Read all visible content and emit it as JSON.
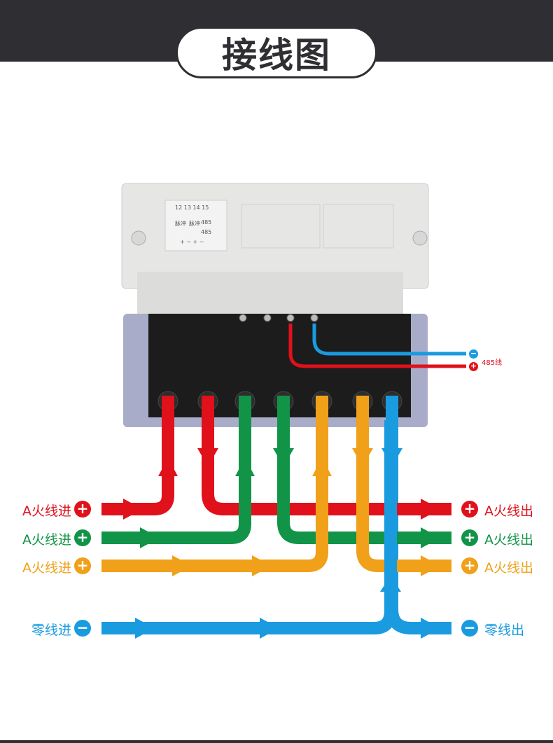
{
  "header": {
    "title": "接线图"
  },
  "meter": {
    "sticker_numbers": "12 13 14 15",
    "sticker_col1": "脉冲",
    "sticker_col2": "脉冲",
    "sticker_col3": "485",
    "sticker_col4": "485",
    "sticker_signs": "+ − + −"
  },
  "rs485": {
    "label": "485线",
    "minus": "−",
    "plus": "+"
  },
  "colors": {
    "red": "#e0111b",
    "green": "#119447",
    "orange": "#f0a019",
    "blue": "#1a9be0"
  },
  "inputs": [
    {
      "label": "A火线进",
      "sign": "+",
      "color": "#e0111b"
    },
    {
      "label": "A火线进",
      "sign": "+",
      "color": "#119447"
    },
    {
      "label": "A火线进",
      "sign": "+",
      "color": "#f0a019"
    },
    {
      "label": "零线进",
      "sign": "−",
      "color": "#1a9be0"
    }
  ],
  "outputs": [
    {
      "label": "A火线出",
      "sign": "+",
      "color": "#e0111b"
    },
    {
      "label": "A火线出",
      "sign": "+",
      "color": "#119447"
    },
    {
      "label": "A火线出",
      "sign": "+",
      "color": "#f0a019"
    },
    {
      "label": "零线出",
      "sign": "−",
      "color": "#1a9be0"
    }
  ]
}
